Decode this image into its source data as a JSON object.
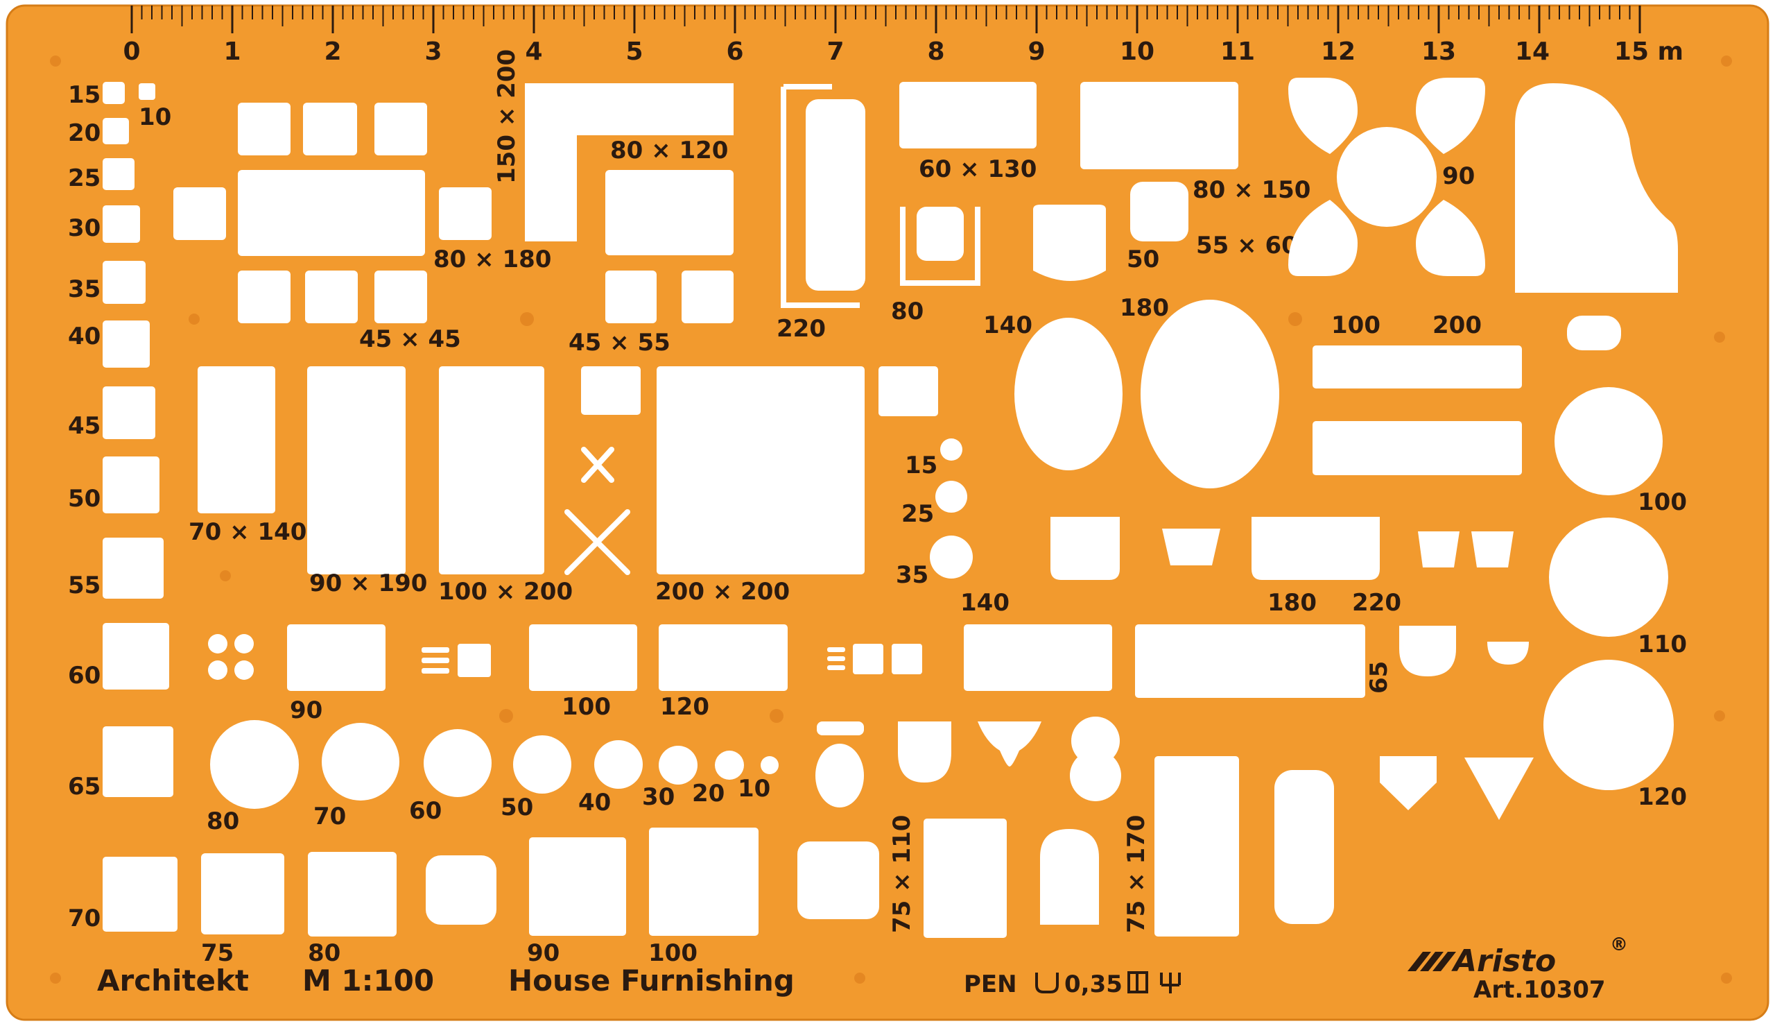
{
  "template": {
    "color_plastic": "#f29a2e",
    "color_print": "#2a1a10",
    "ruler": {
      "numbers": [
        "0",
        "1",
        "2",
        "3",
        "4",
        "5",
        "6",
        "7",
        "8",
        "9",
        "10",
        "11",
        "12",
        "13",
        "14"
      ],
      "end_label": "15 m"
    },
    "left_scale": [
      "15",
      "20",
      "25",
      "30",
      "35",
      "40",
      "45",
      "50",
      "55",
      "60",
      "65",
      "70"
    ],
    "extra_square_label": "10",
    "dimension_labels": {
      "d150x200": "150 × 200",
      "d80x120": "80 × 120",
      "d60x130": "60 × 130",
      "d80x150": "80 × 150",
      "d90": "90",
      "d80x180": "80 × 180",
      "d45x45": "45 × 45",
      "d45x55": "45 × 55",
      "d220": "220",
      "d80": "80",
      "d50": "50",
      "d55x60": "55 × 60",
      "d140a": "140",
      "d180": "180",
      "d100": "100",
      "d200": "200",
      "d70x140": "70 × 140",
      "d90x190": "90 × 190",
      "d100x200": "100 × 200",
      "d200x200": "200 × 200",
      "c15": "15",
      "c25": "25",
      "c35": "35",
      "d140b": "140",
      "d180b": "180",
      "d220b": "220",
      "r100": "100",
      "r110": "110",
      "r120": "120",
      "t90": "90",
      "t100": "100",
      "t120": "120",
      "t65": "65",
      "circ80": "80",
      "circ70": "70",
      "circ60": "60",
      "circ50": "50",
      "circ40": "40",
      "circ30": "30",
      "circ20": "20",
      "circ10": "10",
      "s75": "75",
      "s80": "80",
      "s90": "90",
      "s100": "100",
      "d75x110": "75 × 110",
      "d75x170": "75 × 170"
    },
    "footer": {
      "title": "Architekt",
      "scale": "M 1:100",
      "subject": "House Furnishing",
      "pen": "PEN",
      "pen_size": "0,35",
      "brand": "Aristo",
      "brand_mark": "®",
      "article": "Art.10307"
    }
  }
}
